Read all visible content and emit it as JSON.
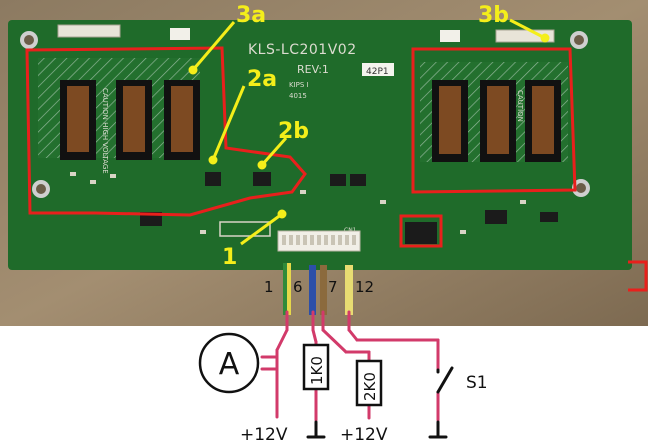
{
  "board": {
    "model": "KLS-LC201V02",
    "revision": "REV:1",
    "sticker": "42P1",
    "cert": "KIPS I",
    "code": "4015",
    "caution_left": "CAUTION HIGH VOLTAGE",
    "caution_right": "CAUTION",
    "conn_label": "CN1"
  },
  "annotations": {
    "label_3a": "3a",
    "label_3b": "3b",
    "label_2a": "2a",
    "label_2b": "2b",
    "label_1": "1"
  },
  "wires": {
    "pin1": "1",
    "pin6": "6",
    "pin7": "7",
    "pin12": "12"
  },
  "circuit": {
    "ammeter": "A",
    "resistor1": "1K0",
    "resistor2": "2K0",
    "switch": "S1",
    "supply_left": "+12V",
    "supply_right": "+12V"
  },
  "colors": {
    "pcb": "#1f6b2a",
    "annotation_yellow": "#f4ee1a",
    "highlight_red": "#e8201c",
    "wire_pink": "#d23a6a"
  }
}
